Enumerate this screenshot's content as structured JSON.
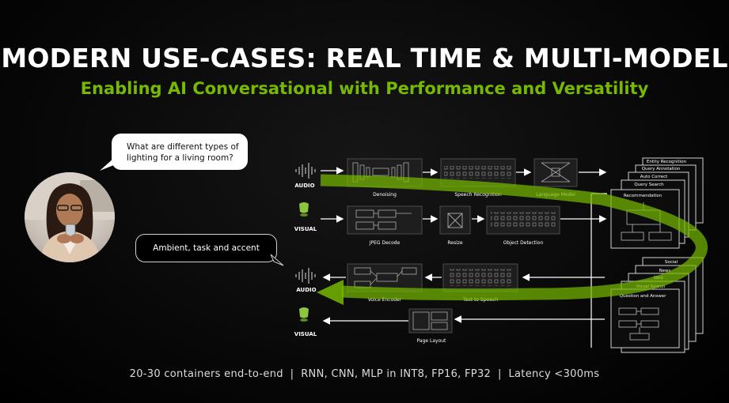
{
  "title": "MODERN USE-CASES: REAL TIME & MULTI-MODEL",
  "subtitle": "Enabling AI Conversational with Performance and Versatility",
  "chat": {
    "question": "What are different types of lighting for a living room?",
    "answer": "Ambient, task and accent"
  },
  "io_labels": {
    "audio_in": "AUDIO",
    "visual_in": "VISUAL",
    "audio_out": "AUDIO",
    "visual_out": "VISUAL"
  },
  "pipeline": {
    "row1": [
      "Denoising",
      "Speech Recognition",
      "Language Model"
    ],
    "row2": [
      "JPEG Decode",
      "Resize",
      "Object Detection"
    ],
    "row3": [
      "Voice Encoder",
      "Text to Speech"
    ],
    "row4": [
      "Page Layout"
    ]
  },
  "stack_top": [
    "Entity Recognition",
    "Query Annotation",
    "Auto Correct",
    "Query Search",
    "Recommendation"
  ],
  "stack_bottom": [
    "Social",
    "News",
    "Web",
    "Visual Search",
    "Question and Answer"
  ],
  "footer": "20-30 containers end-to-end  |  RNN, CNN, MLP in INT8, FP16, FP32  |  Latency <300ms",
  "colors": {
    "accent": "#76b900",
    "background": "#000000"
  }
}
